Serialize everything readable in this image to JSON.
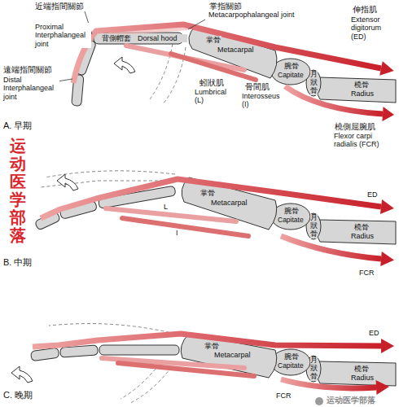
{
  "diagram": {
    "labels": [
      "近端指間關節",
      "Proximal Interphalangeal joint",
      "掌指關節",
      "Metacarpophalangeal joint",
      "伸指肌",
      "Extensor digitorum (ED)",
      "背側帽套",
      "Dorsal hood",
      "掌骨",
      "Metacarpal",
      "遠端指間關節",
      "Distal Interphalangeal joint",
      "蚓狀肌",
      "Lumbrical (L)",
      "骨間肌",
      "Interosseus (I)",
      "腕骨",
      "Capitate",
      "月狀骨",
      "橈骨",
      "Radius",
      "橈側屈腕肌",
      "Flexor carpi radialis (FCR)",
      "A. 早期",
      "运动医学部落",
      "掌骨",
      "Metacarpal",
      "腕骨",
      "Capitate",
      "月狀骨",
      "橈骨",
      "Radius",
      "ED",
      "FCR",
      "L",
      "I",
      "B. 中期",
      "ED",
      "掌骨",
      "Metacarpal",
      "腕骨",
      "Capitate",
      "月狀骨",
      "橈骨",
      "Radius",
      "FCR",
      "C. 晚期",
      "运动医学部落"
    ]
  }
}
